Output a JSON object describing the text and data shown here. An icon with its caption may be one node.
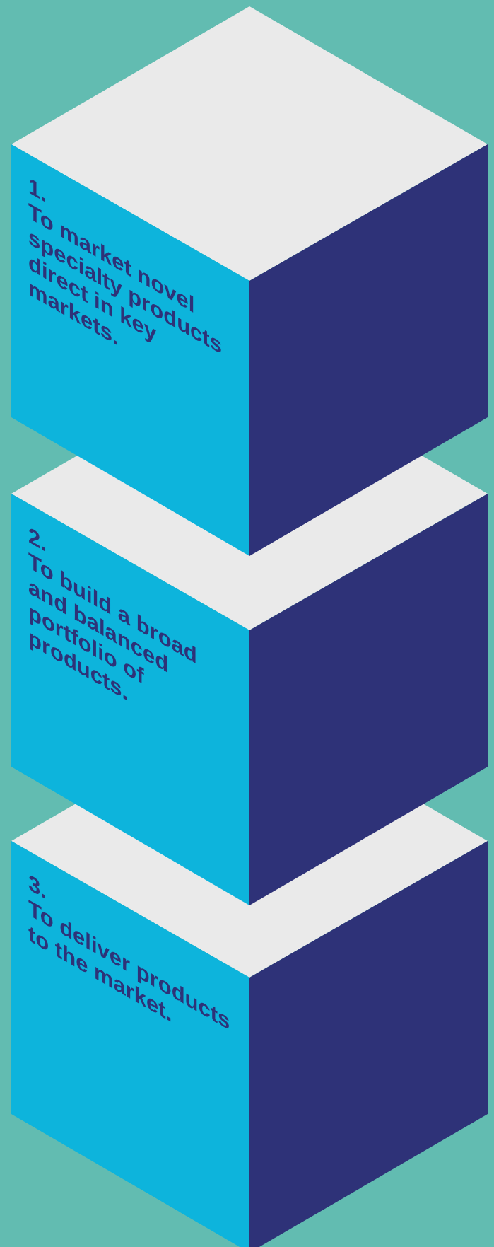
{
  "diagram": {
    "nodes": [
      {
        "text": [
          "1.",
          "To market novel specialty products direct in key markets."
        ]
      },
      {
        "text": [
          "2.",
          "To build a broad and balanced portfolio of products."
        ]
      },
      {
        "text": [
          "3.",
          "To deliver products to the market."
        ]
      }
    ]
  }
}
